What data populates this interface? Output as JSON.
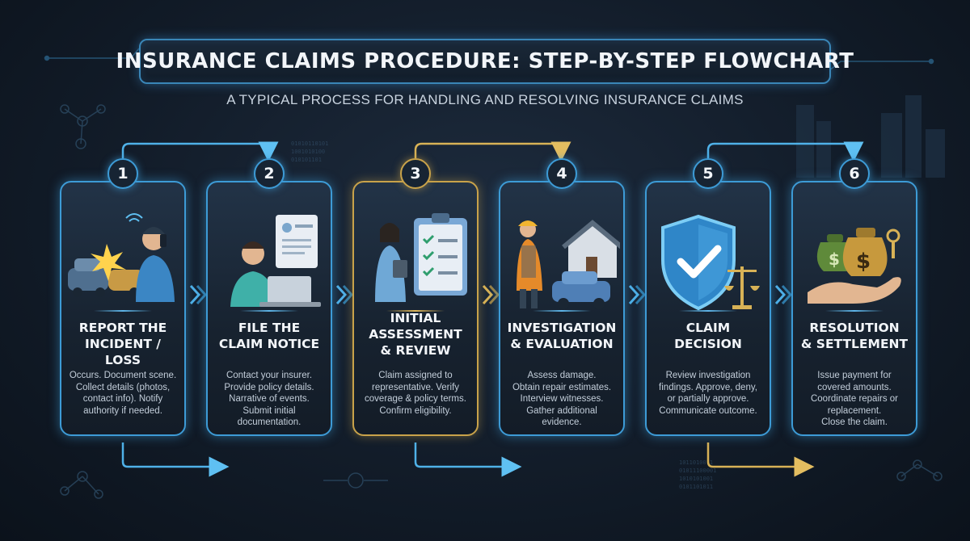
{
  "header": {
    "title": "INSURANCE CLAIMS PROCEDURE: STEP-BY-STEP FLOWCHART",
    "subtitle": "A TYPICAL PROCESS FOR HANDLING AND RESOLVING INSURANCE CLAIMS"
  },
  "colors": {
    "blue_accent": "#3d9bd6",
    "gold_accent": "#c8a24a",
    "background": "#121c29"
  },
  "steps": [
    {
      "number": "1",
      "accent": "blue",
      "icon": "car-accident-phone-icon",
      "title_lines": [
        "REPORT THE",
        "INCIDENT / LOSS"
      ],
      "desc_lines": [
        "Occurs. Document scene.",
        "Collect details (photos,",
        "contact info). Notify",
        "authority if needed."
      ]
    },
    {
      "number": "2",
      "accent": "blue",
      "icon": "laptop-form-icon",
      "title_lines": [
        "FILE THE",
        "CLAIM NOTICE"
      ],
      "desc_lines": [
        "Contact your insurer.",
        "Provide policy details.",
        "Narrative of events.",
        "Submit initial",
        "documentation."
      ]
    },
    {
      "number": "3",
      "accent": "gold",
      "icon": "clipboard-checklist-icon",
      "title_lines": [
        "INITIAL",
        "ASSESSMENT",
        "& REVIEW"
      ],
      "desc_lines": [
        "Claim assigned to",
        "representative. Verify",
        "coverage & policy terms.",
        "Confirm eligibility."
      ]
    },
    {
      "number": "4",
      "accent": "blue",
      "icon": "inspector-house-car-icon",
      "title_lines": [
        "INVESTIGATION",
        "& EVALUATION"
      ],
      "desc_lines": [
        "Assess damage.",
        "Obtain repair estimates.",
        "Interview witnesses.",
        "Gather additional",
        "evidence."
      ]
    },
    {
      "number": "5",
      "accent": "blue",
      "icon": "shield-check-scales-icon",
      "title_lines": [
        "CLAIM",
        "DECISION"
      ],
      "desc_lines": [
        "Review investigation",
        "findings. Approve, deny,",
        "or partially approve.",
        "Communicate outcome."
      ]
    },
    {
      "number": "6",
      "accent": "blue",
      "icon": "money-bags-hand-icon",
      "title_lines": [
        "RESOLUTION",
        "& SETTLEMENT"
      ],
      "desc_lines": [
        "Issue payment for",
        "covered amounts.",
        "Coordinate repairs or",
        "replacement.",
        "Close the claim."
      ]
    }
  ]
}
